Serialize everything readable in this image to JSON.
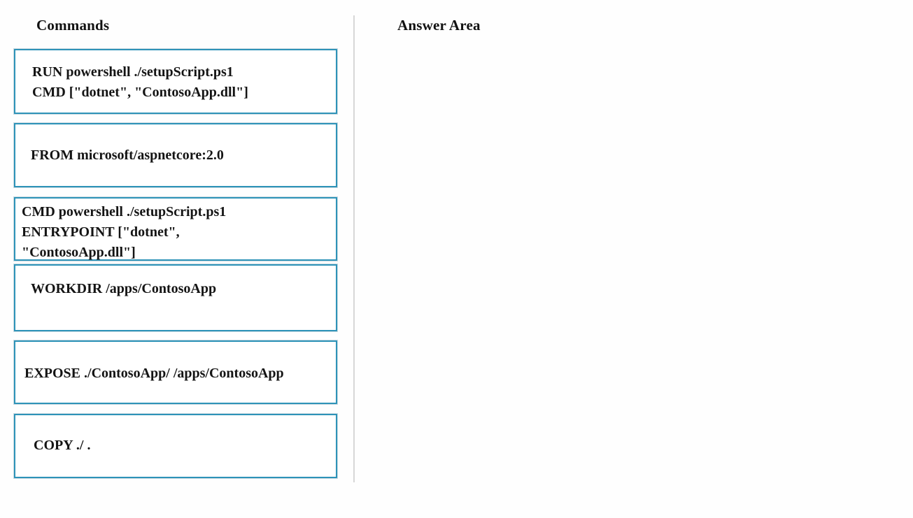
{
  "accent_color": "#2e93b8",
  "divider_color": "#d7d7d7",
  "left_panel": {
    "title": "Commands",
    "commands": [
      {
        "lines": [
          "RUN powershell ./setupScript.ps1",
          "CMD [\"dotnet\", \"ContosoApp.dll\"]"
        ]
      },
      {
        "lines": [
          "FROM microsoft/aspnetcore:2.0"
        ]
      },
      {
        "lines": [
          "CMD powershell ./setupScript.ps1",
          "ENTRYPOINT [\"dotnet\",",
          "\"ContosoApp.dll\"]"
        ]
      },
      {
        "lines": [
          "WORKDIR /apps/ContosoApp"
        ]
      },
      {
        "lines": [
          "EXPOSE ./ContosoApp/ /apps/ContosoApp"
        ]
      },
      {
        "lines": [
          "COPY ./ ."
        ]
      }
    ]
  },
  "right_panel": {
    "title": "Answer Area"
  }
}
